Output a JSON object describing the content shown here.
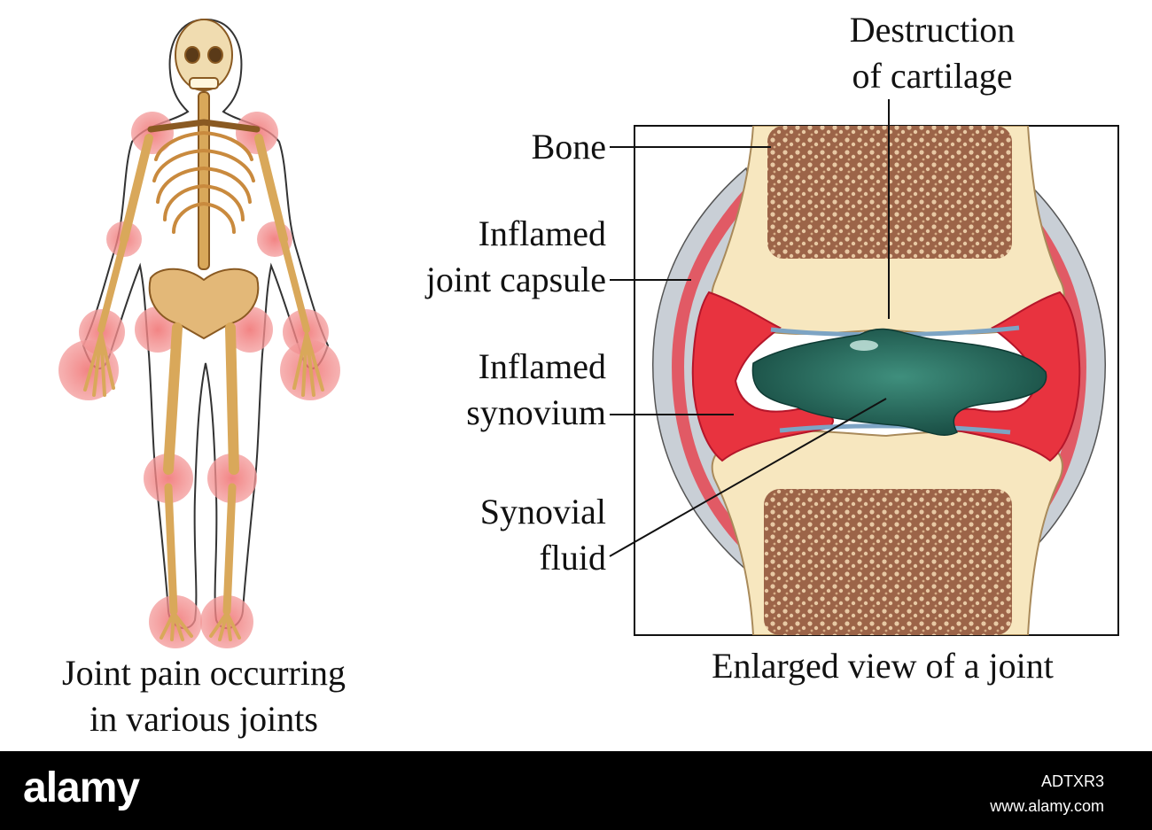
{
  "labels": {
    "destruction": [
      "Destruction",
      "of cartilage"
    ],
    "bone": "Bone",
    "capsule": [
      "Inflamed",
      "joint capsule"
    ],
    "synovium": [
      "Inflamed",
      "synovium"
    ],
    "fluid": [
      "Synovial",
      "fluid"
    ]
  },
  "captions": {
    "left": [
      "Joint pain occurring",
      "in various joints"
    ],
    "right": "Enlarged view of a joint"
  },
  "footer": {
    "logo": "alamy",
    "image_id": "ADTXR3",
    "site": "www.alamy.com"
  },
  "colors": {
    "bone": "#f7e7bf",
    "marrow": "#9c6448",
    "inflamed": "#e8333f",
    "fluid": "#1f5a4f",
    "pain_marker": "#f08585"
  }
}
